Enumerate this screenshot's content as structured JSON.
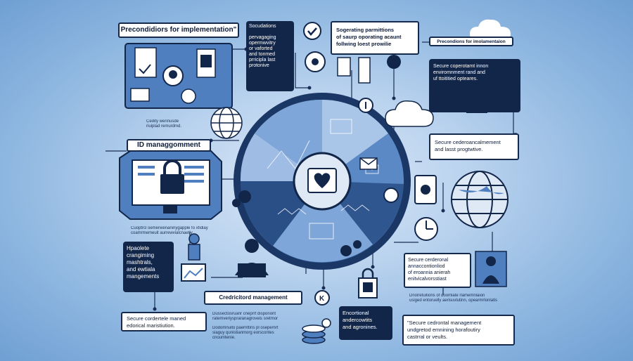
{
  "labels": {
    "top_left_title": "Precondidiors for implementation\"",
    "top_center_dark": "Socudations\n\npervagaging\nopermwvitry\nor vaforted\nand tonmed\nprricipla last\nprotonive",
    "top_center_light": "Sogerating parmittions\nof saurp oporating acaunt\nfollwing loest prowilie",
    "top_right_title": "Precondions for imolamentaion",
    "right_upper_dark": "Secure coperotamt innon\nenviromnment rand and\nuf ttoititied opteares.",
    "right_middle_light": "Secure cederoancalmement\nand lasst progtwtive.",
    "left_middle_title": "ID managgomment",
    "left_lower_dark": "Hpaolete\ncrangiming\nmashtrals,\nand ewtiala\nmangements",
    "bottom_center_light": "Credricitord management",
    "bottom_left_light": "Secure cordertele maned\nedorical maristiution.",
    "bottom_center_dark": "Encortional\nandercowtits\nand agronines.",
    "right_lower_light": "Secure cerderonal\nannaccontionliod\nof eroannia anierah\nenitvicalvorsstiast",
    "bottom_right_light": "\"Secure cedrontal management\nundgretod emnining horafoutiry\ncastrral or veults.",
    "small_left_upper": "Cedity wennusde\nriuiplad remurdmd.",
    "small_left_mid": "Cuoptrcl oemerwenaninygapple fo xfidlay\ncoamrmemeuit aurrewvialcnaetiy",
    "small_bottom_left": "Dussectosruanr cneprrt disponont\nratemveriyspraranagroveis sretmor",
    "small_bottom_left2": "Dodomnuito paerrittins pl osepemrt\nsiaguy qunistianmorg eorscontes\ncnoumtenie.",
    "small_bottom_right": "Dnolretuitions of doomlate rlamemnlaion\nusiged entoruelly aerisuvlutinn, opearmrlonlatis"
  },
  "icons": [
    "checkmark-icon",
    "padlock-icon",
    "globe-icon",
    "cloud-icon",
    "clock-icon",
    "gear-icon",
    "person-icon",
    "document-icon",
    "key-icon",
    "coin-stack-icon",
    "monitor-icon",
    "mail-icon",
    "shield-icon"
  ],
  "colors": {
    "navy": "#12264a",
    "mid_blue": "#4f7fbf",
    "light_blue": "#a9c6e8",
    "background": "#8db6e0"
  }
}
